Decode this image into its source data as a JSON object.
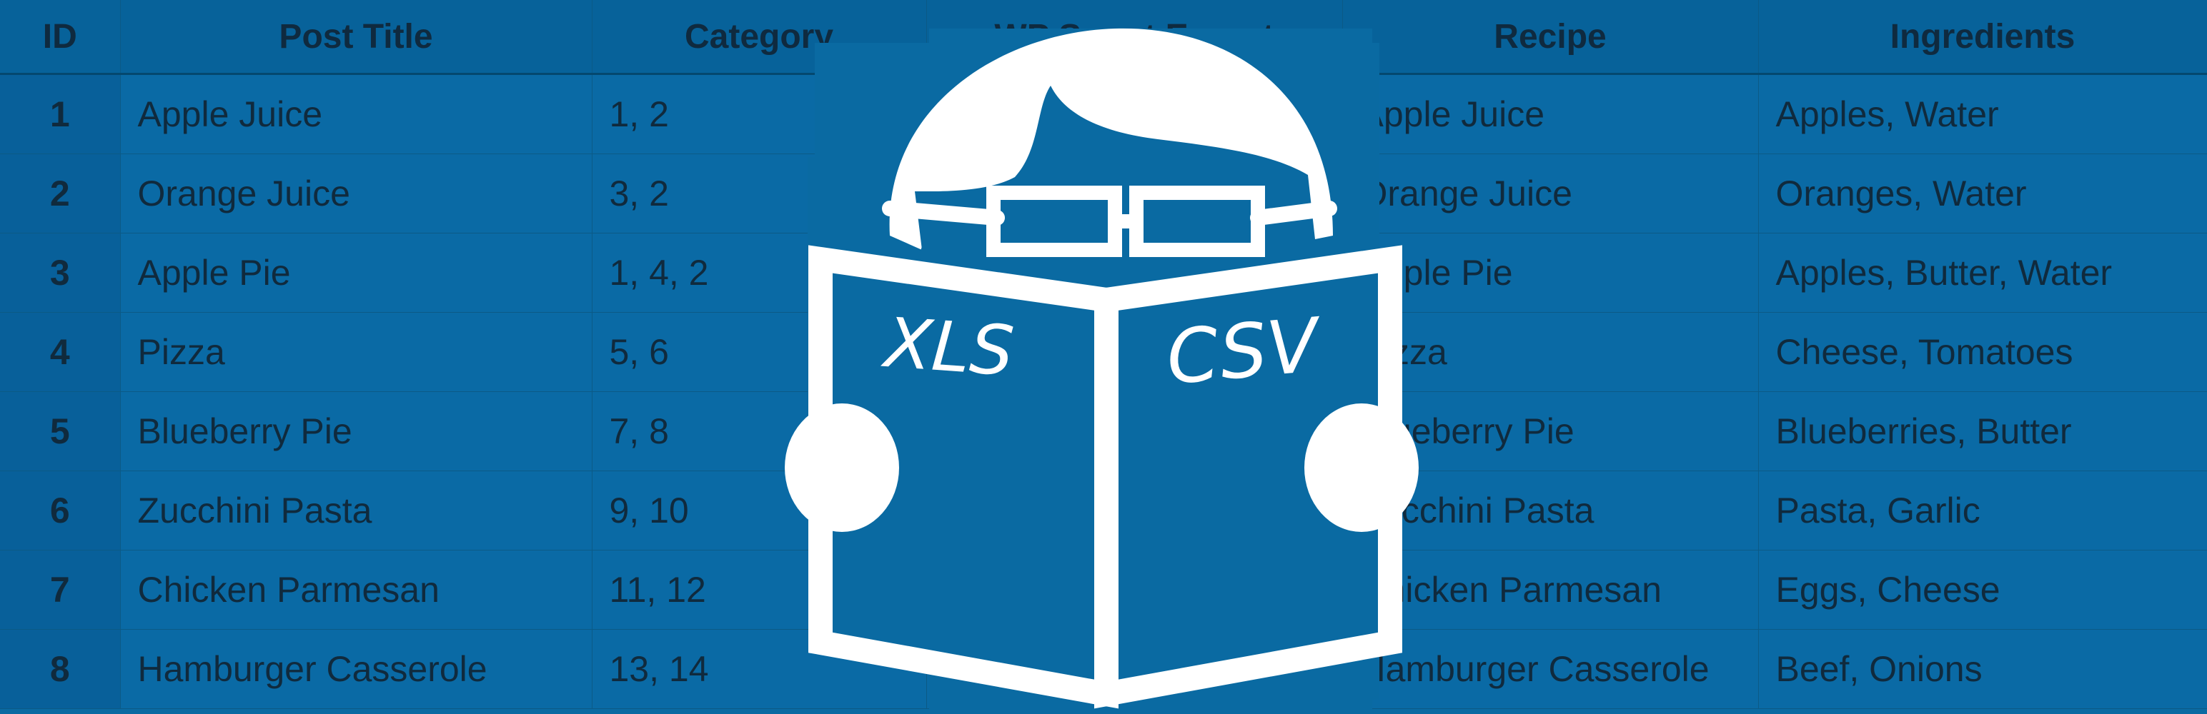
{
  "table": {
    "columns": [
      "ID",
      "Post Title",
      "Category",
      "WP Smart Export",
      "Recipe",
      "Ingredients"
    ],
    "rows": [
      {
        "id": "1",
        "title": "Apple Juice",
        "category": "1, 2",
        "export": "",
        "recipe": "Apple Juice",
        "ingredients": "Apples, Water"
      },
      {
        "id": "2",
        "title": "Orange Juice",
        "category": "3, 2",
        "export": "",
        "recipe": "Orange Juice",
        "ingredients": "Oranges, Water"
      },
      {
        "id": "3",
        "title": "Apple Pie",
        "category": "1, 4, 2",
        "export": "",
        "recipe": "Apple Pie",
        "ingredients": "Apples, Butter, Water"
      },
      {
        "id": "4",
        "title": "Pizza",
        "category": "5, 6",
        "export": "",
        "recipe": "Pizza",
        "ingredients": "Cheese, Tomatoes"
      },
      {
        "id": "5",
        "title": "Blueberry Pie",
        "category": "7, 8",
        "export": "",
        "recipe": "Blueberry Pie",
        "ingredients": "Blueberries, Butter"
      },
      {
        "id": "6",
        "title": "Zucchini Pasta",
        "category": "9, 10",
        "export": "",
        "recipe": "Zucchini Pasta",
        "ingredients": "Pasta, Garlic"
      },
      {
        "id": "7",
        "title": "Chicken Parmesan",
        "category": "11, 12",
        "export": "",
        "recipe": "Chicken Parmesan",
        "ingredients": "Eggs, Cheese"
      },
      {
        "id": "8",
        "title": "Hamburger Casserole",
        "category": "13, 14",
        "export": "",
        "recipe": "Hamburger Casserole",
        "ingredients": "Beef, Onions"
      }
    ]
  },
  "book": {
    "left_label": "XLS",
    "right_label": "CSV"
  },
  "icon": "reader-with-book-icon",
  "colors": {
    "background": "#0a6aa2",
    "header": "#07629a",
    "text": "#102a3d",
    "icon": "#ffffff"
  }
}
